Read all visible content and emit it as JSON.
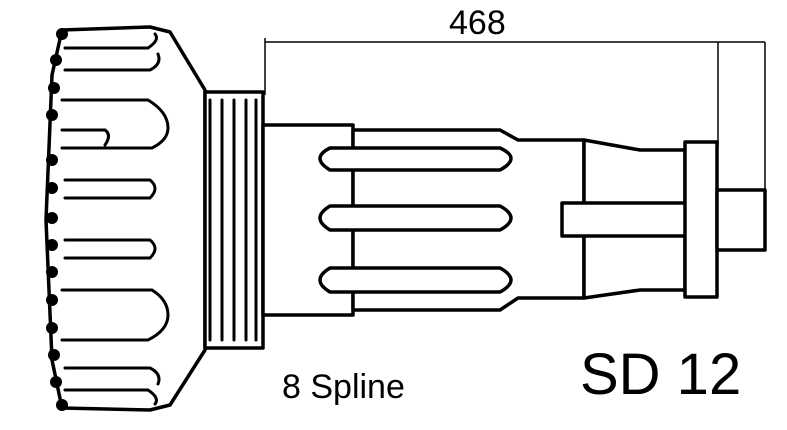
{
  "drawing": {
    "dimension_value": "468",
    "spline_label": "8 Spline",
    "model_label": "SD 12"
  },
  "colors": {
    "line": "#000000",
    "background": "#ffffff"
  }
}
